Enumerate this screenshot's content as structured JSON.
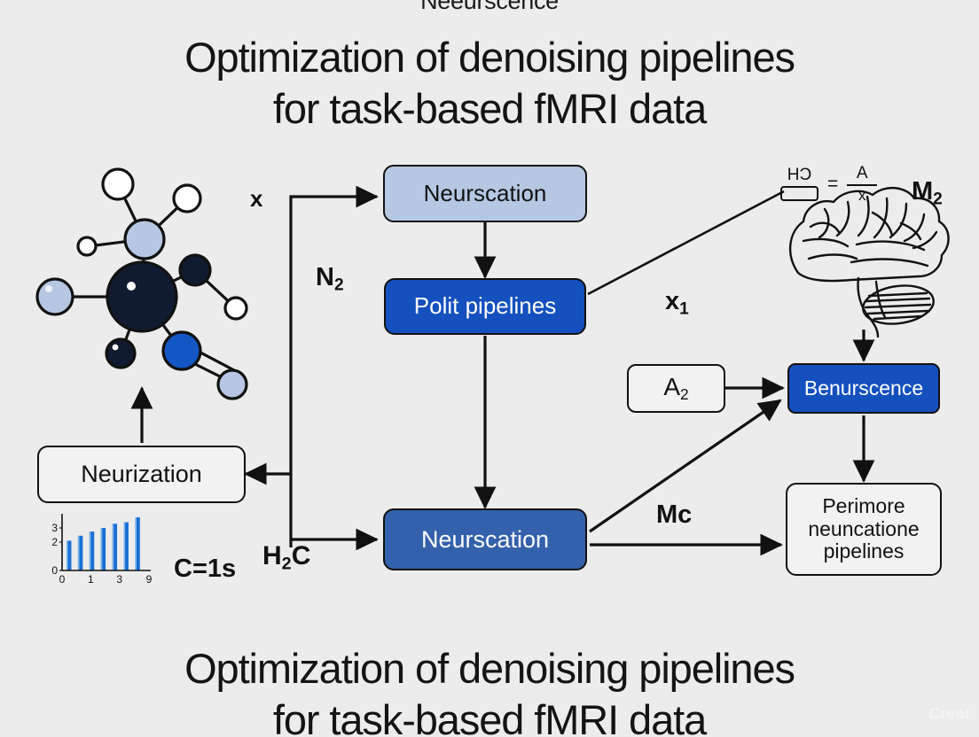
{
  "page": {
    "background_color": "#ececec",
    "clipped_header_text": "Neeurscence",
    "title_line1": "Optimization of denoising pipelines",
    "title_line2": "for task-based fMRI data",
    "footer_title_line1": "Optimization of denoising pipelines",
    "footer_title_line2": "for task-based fMRI data",
    "watermark": "Creat"
  },
  "colors": {
    "light_blue_node": "#b6c7e3",
    "dark_blue_node": "#1450be",
    "mid_blue_node": "#3461ab",
    "plain_node": "#f2f2f2",
    "stroke": "#111111",
    "bar_fill": "#1a6fd4"
  },
  "nodes": {
    "neurscation_top": "Neurscation",
    "polit_pipelines": "Polit pipelines",
    "neurscation_bottom": "Neurscation",
    "neurization": "Neurization",
    "a2": "A",
    "a2_sub": "2",
    "benurscence": "Benurscence",
    "perimore_line1": "Perimore",
    "perimore_line2": "neuncatione",
    "perimore_line3": "pipelines"
  },
  "labels": {
    "x": "x",
    "n2_base": "N",
    "n2_sub": "2",
    "x1_base": "x",
    "x1_sub": "1",
    "mc": "Mc",
    "h2c_pre": "H",
    "h2c_sub": "2",
    "h2c_post": "C",
    "c_equals": "C=1s",
    "m2_base": "M",
    "m2_sub": "2"
  },
  "equation": {
    "numerator_left": "HƆ",
    "equals": "=",
    "numerator_right": "A",
    "denominator_right": "x"
  },
  "illustrations": {
    "molecule": "molecule-diagram",
    "brain": "brain-illustration"
  },
  "chart_data": {
    "type": "bar",
    "title": "",
    "xlabel": "",
    "ylabel": "",
    "categories": [
      "0",
      "1",
      "3",
      "9"
    ],
    "x_tick_labels": [
      "0",
      "1",
      "3",
      "9"
    ],
    "y_tick_labels": [
      "0",
      "2",
      "3"
    ],
    "values": [
      2.1,
      2.45,
      2.75,
      3.0,
      3.3,
      3.4,
      3.75
    ],
    "ylim": [
      0,
      4
    ],
    "grid": false,
    "legend": "none"
  }
}
